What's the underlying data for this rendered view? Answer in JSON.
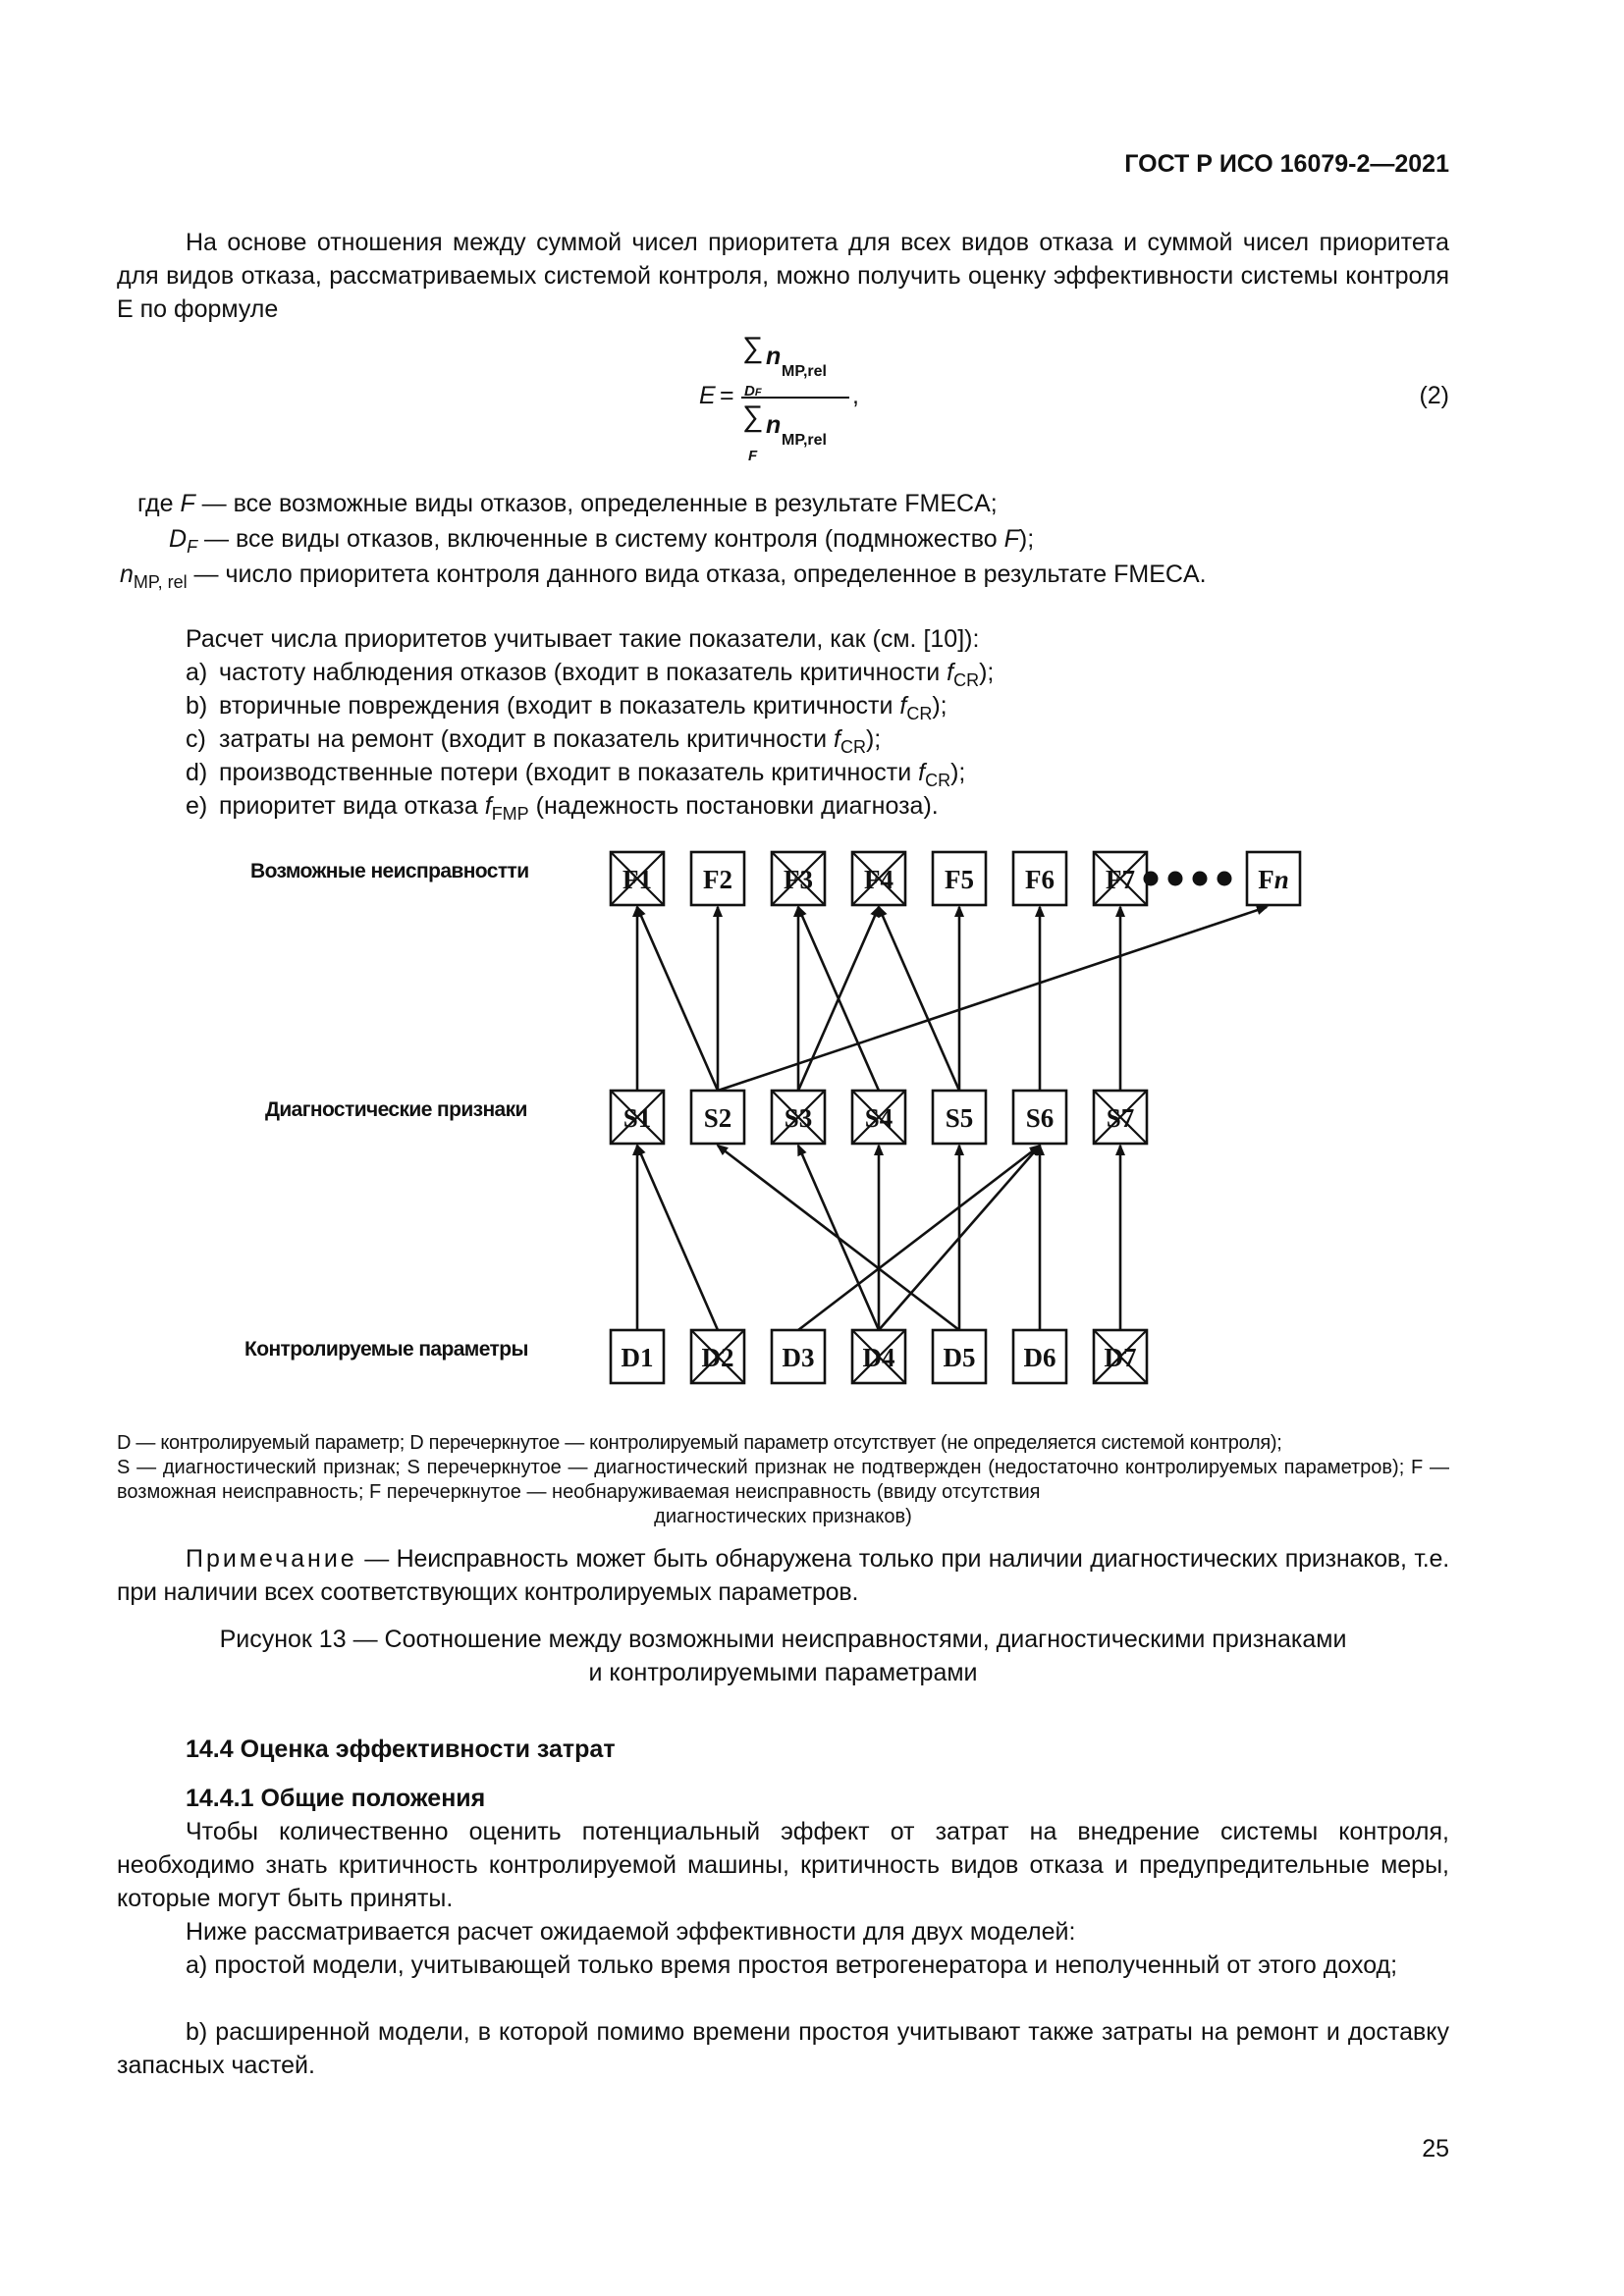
{
  "header": "ГОСТ Р ИСО 16079-2—2021",
  "intro": "На основе отношения между суммой чисел приоритета для всех видов отказа и суммой чисел приоритета для видов отказа, рассматриваемых системой контроля, можно получить оценку эффективности системы контроля E по формуле",
  "formula": {
    "lhs": "E",
    "equals": "=",
    "sum": "∑",
    "n": "n",
    "n_sub": "MP,rel",
    "num_index": "D",
    "num_index_sub": "F",
    "den_index": "F",
    "comma": ",",
    "number": "(2)"
  },
  "definitions": {
    "where": "где",
    "f_symbol": "F",
    "f_text": " — все возможные виды отказов, определенные в результате FMECA;",
    "df_symbol": "D",
    "df_sub": "F",
    "df_text": " — все виды отказов, включенные в систему контроля (подмножество ",
    "df_text_symbol": "F",
    "df_text_end": ");",
    "n_symbol": "n",
    "n_sub": "MP, rel",
    "n_text": " — число приоритета контроля данного вида отказа, определенное в результате FMECA."
  },
  "calc_intro": "Расчет числа приоритетов учитывает такие показатели, как (см. [10]):",
  "indicators": [
    {
      "marker": "a)",
      "text": "частоту наблюдения отказов (входит в показатель критичности ",
      "sym": "f",
      "sub": "CR",
      "end": ");"
    },
    {
      "marker": "b)",
      "text": "вторичные повреждения (входит в показатель критичности ",
      "sym": "f",
      "sub": "CR",
      "end": ");"
    },
    {
      "marker": "c)",
      "text": "затраты на ремонт (входит в показатель критичности ",
      "sym": "f",
      "sub": "CR",
      "end": ");"
    },
    {
      "marker": "d)",
      "text": "производственные потери (входит в показатель критичности ",
      "sym": "f",
      "sub": "CR",
      "end": ");"
    },
    {
      "marker": "e)",
      "text": "приоритет вида отказа ",
      "sym": "f",
      "sub": "FMP",
      "end": " (надежность постановки диагноза)."
    }
  ],
  "diagram": {
    "row_labels": [
      "Возможные неисправностти",
      "Диагностические признаки",
      "Контролируемые параметры"
    ],
    "faults": [
      {
        "label": "F1",
        "crossed": true
      },
      {
        "label": "F2",
        "crossed": false
      },
      {
        "label": "F3",
        "crossed": true
      },
      {
        "label": "F4",
        "crossed": true
      },
      {
        "label": "F5",
        "crossed": false
      },
      {
        "label": "F6",
        "crossed": false
      },
      {
        "label": "F7",
        "crossed": true
      }
    ],
    "fault_last": {
      "prefix": "F",
      "suffix": "n"
    },
    "symptoms": [
      {
        "label": "S1",
        "crossed": true
      },
      {
        "label": "S2",
        "crossed": false
      },
      {
        "label": "S3",
        "crossed": true
      },
      {
        "label": "S4",
        "crossed": true
      },
      {
        "label": "S5",
        "crossed": false
      },
      {
        "label": "S6",
        "crossed": false
      },
      {
        "label": "S7",
        "crossed": true
      }
    ],
    "parameters": [
      {
        "label": "D1",
        "crossed": false
      },
      {
        "label": "D2",
        "crossed": true
      },
      {
        "label": "D3",
        "crossed": false
      },
      {
        "label": "D4",
        "crossed": true
      },
      {
        "label": "D5",
        "crossed": false
      },
      {
        "label": "D6",
        "crossed": false
      },
      {
        "label": "D7",
        "crossed": true
      }
    ]
  },
  "legend": {
    "line1": "D — контролируемый параметр; D перечеркнутое — контролируемый параметр отсутствует (не определяется системой контроля);",
    "line2": "S — диагностический признак; S перечеркнутое — диагностический признак не подтвержден (недостаточно контролируемых параметров); F — возможная неисправность; F перечеркнутое — необнаруживаемая неисправность (ввиду отсутствия",
    "line3": "диагностических признаков)"
  },
  "note": {
    "label": "Примечание",
    "text": " — Неисправность может быть обнаружена только при наличии диагностических признаков, т.е. при наличии всех соответствующих контролируемых параметров."
  },
  "caption": {
    "line1": "Рисунок 13 — Соотношение между возможными неисправностями, диагностическими признаками",
    "line2": "и контролируемыми параметрами"
  },
  "section_title": "14.4 Оценка эффективности затрат",
  "subsection_title": "14.4.1 Общие положения",
  "para1": "Чтобы количественно оценить потенциальный эффект от затрат на внедрение системы контроля, необходимо знать критичность контролируемой машины, критичность видов отказа и предупредительные меры, которые могут быть приняты.",
  "para2": "Ниже рассматривается расчет ожидаемой эффективности для двух моделей:",
  "models": [
    {
      "marker": "a)",
      "text": "простой модели, учитывающей только время простоя ветрогенератора и неполученный от этого доход;"
    },
    {
      "marker": "b)",
      "text": "расширенной модели, в которой помимо времени простоя учитывают также затраты на ремонт и доставку запасных частей."
    }
  ],
  "page_number": "25"
}
